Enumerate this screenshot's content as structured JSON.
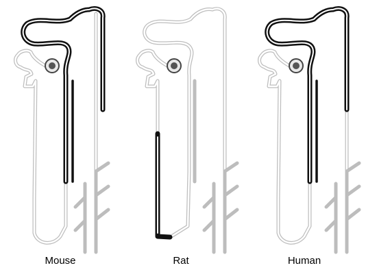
{
  "panels": [
    {
      "id": "mouse",
      "label": "Mouse"
    },
    {
      "id": "rat",
      "label": "Rat"
    },
    {
      "id": "human",
      "label": "Human"
    }
  ],
  "colors": {
    "outline": "#bdbdbd",
    "highlight": "#111111",
    "background": "#ffffff"
  }
}
